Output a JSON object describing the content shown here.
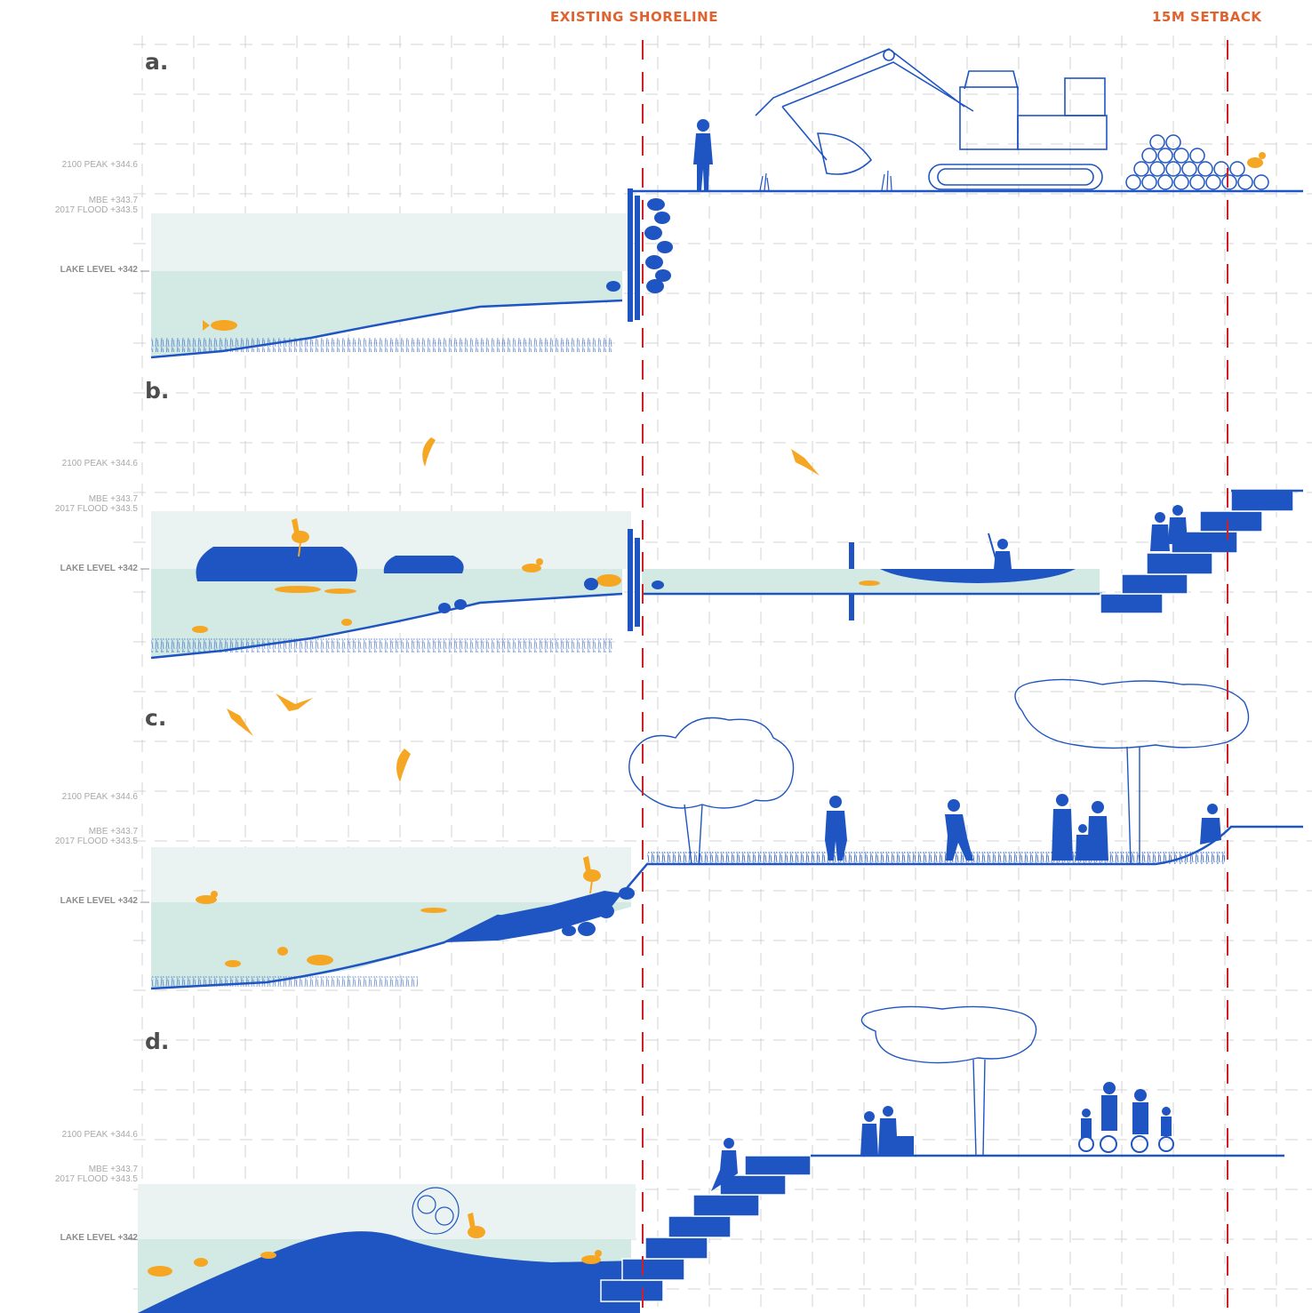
{
  "headers": {
    "existing_shoreline": "EXISTING SHORELINE",
    "setback": "15M SETBACK"
  },
  "colors": {
    "blue": "#1f55c2",
    "orange": "#f5a623",
    "header": "#e0622e",
    "water": "#d3e9e4",
    "flood_band": "#eaf3f1",
    "dashed_line": "#d11f28",
    "grid": "#c9c9c9"
  },
  "panels": [
    {
      "label": "a.",
      "levels": {
        "peak": "2100 PEAK +344.6",
        "mbe": "MBE +343.7",
        "flood": "2017 FLOOD +343.5",
        "lake": "LAKE LEVEL +342"
      }
    },
    {
      "label": "b.",
      "levels": {
        "peak": "2100 PEAK +344.6",
        "mbe": "MBE +343.7",
        "flood": "2017 FLOOD +343.5",
        "lake": "LAKE LEVEL +342"
      }
    },
    {
      "label": "c.",
      "levels": {
        "peak": "2100 PEAK +344.6",
        "mbe": "MBE +343.7",
        "flood": "2017 FLOOD +343.5",
        "lake": "LAKE LEVEL +342"
      }
    },
    {
      "label": "d.",
      "levels": {
        "peak": "2100 PEAK +344.6",
        "mbe": "MBE +343.7",
        "flood": "2017 FLOOD +343.5",
        "lake": "LAKE LEVEL +342"
      }
    }
  ]
}
